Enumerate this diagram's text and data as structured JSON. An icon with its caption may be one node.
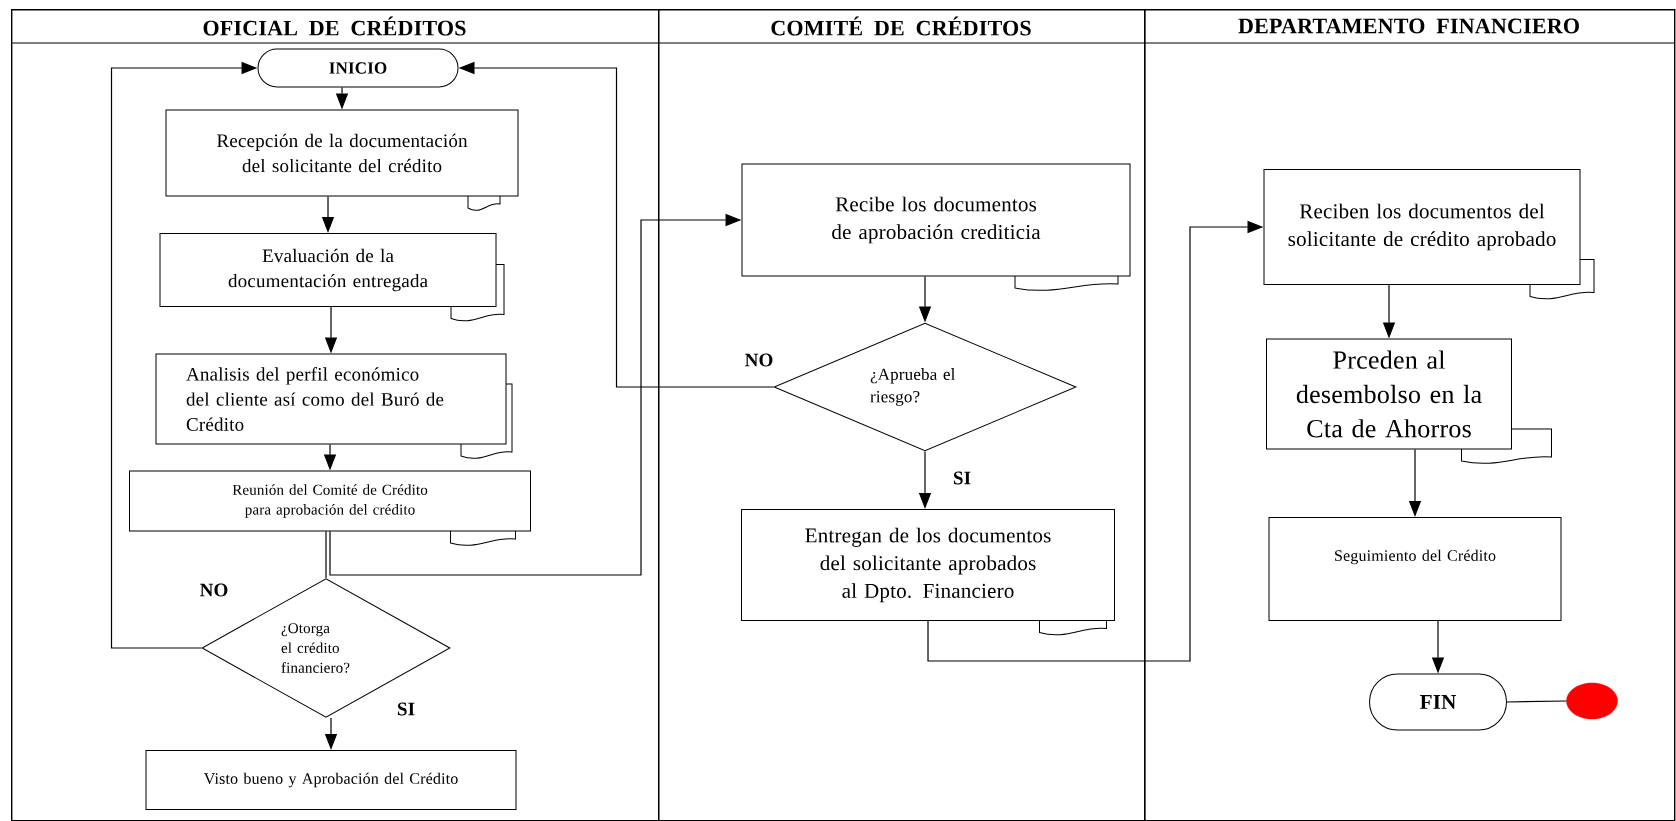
{
  "diagram": {
    "nodes": [
      {
        "text": [
          "OFICIAL DE CRÉDITOS"
        ]
      },
      {
        "text": [
          "COMITÉ DE CRÉDITOS"
        ]
      },
      {
        "text": [
          "DEPARTAMENTO FINANCIERO"
        ]
      },
      {
        "text": [
          "INICIO"
        ],
        "in": 0
      },
      {
        "text": [
          "Recepción de la documentación del solicitante del crédito"
        ],
        "in": 0
      },
      {
        "text": [
          "Evaluación de la documentación entregada"
        ],
        "in": 0
      },
      {
        "text": [
          "Analisis del perfil económico del cliente así como del Buró de Crédito"
        ],
        "in": 0
      },
      {
        "text": [
          "Reunión del Comité de Crédito para aprobación del crédito"
        ],
        "in": 0
      },
      {
        "text": [
          "¿Otorga el crédito financiero?"
        ],
        "in": 0
      },
      {
        "text": [
          "Visto bueno y Aprobación del Crédito"
        ],
        "in": 0
      },
      {
        "text": [
          "Recibe los documentos de aprobación crediticia"
        ],
        "in": 1
      },
      {
        "text": [
          "¿Aprueba el riesgo?"
        ],
        "in": 1
      },
      {
        "text": [
          "Entregan de los documentos del solicitante aprobados al Dpto. Financiero"
        ],
        "in": 1
      },
      {
        "text": [
          "Reciben los documentos del solicitante de crédito aprobado"
        ],
        "in": 2
      },
      {
        "text": [
          "Prceden al desembolso en la Cta de Ahorros"
        ],
        "in": 2
      },
      {
        "text": [
          "Seguimiento del Crédito"
        ],
        "in": 2
      },
      {
        "text": [
          "FIN"
        ],
        "in": 2
      },
      {
        "text": [],
        "shape": "circle",
        "in": 2
      }
    ],
    "edges": [
      {
        "from": 3,
        "to": 4,
        "arrow": "to"
      },
      {
        "from": 4,
        "to": 5,
        "arrow": "to"
      },
      {
        "from": 5,
        "to": 6,
        "arrow": "to"
      },
      {
        "from": 6,
        "to": 7,
        "arrow": "to"
      },
      {
        "from": 7,
        "to": 10,
        "arrow": "to"
      },
      {
        "from": 7,
        "to": 8,
        "arrow": "none"
      },
      {
        "from": 8,
        "to": 3,
        "arrow": "to",
        "label": "NO"
      },
      {
        "from": 8,
        "to": 9,
        "arrow": "to",
        "label": "SI"
      },
      {
        "from": 10,
        "to": 11,
        "arrow": "to"
      },
      {
        "from": 11,
        "to": 3,
        "arrow": "to",
        "label": "NO"
      },
      {
        "from": 11,
        "to": 12,
        "arrow": "to",
        "label": "SI"
      },
      {
        "from": 12,
        "to": 13,
        "arrow": "to"
      },
      {
        "from": 13,
        "to": 14,
        "arrow": "to"
      },
      {
        "from": 14,
        "to": 15,
        "arrow": "to"
      },
      {
        "from": 15,
        "to": 16,
        "arrow": "to"
      },
      {
        "from": 16,
        "to": 17,
        "arrow": "none"
      }
    ]
  }
}
